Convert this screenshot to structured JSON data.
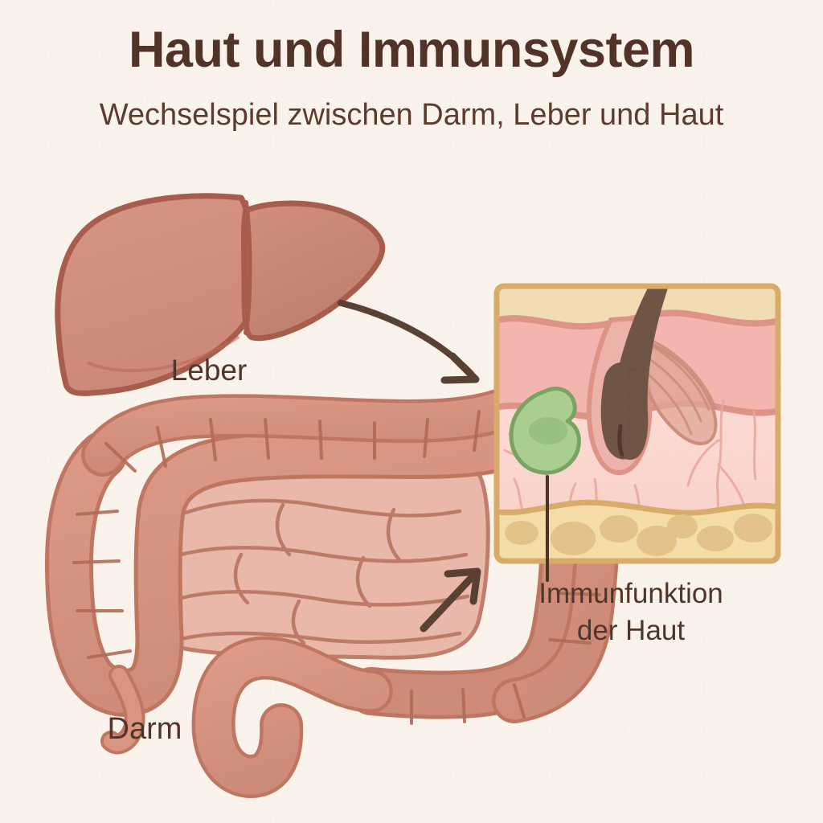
{
  "page": {
    "title": "Haut und Immunsystem",
    "subtitle": "Wechselspiel zwischen Darm, Leber und Haut",
    "background_color": "#faf3ec",
    "text_color": "#4f3527"
  },
  "labels": {
    "liver": "Leber",
    "intestine": "Darm",
    "skin_line1": "Immunfunktion",
    "skin_line2": "der Haut"
  },
  "organs": {
    "liver": {
      "name": "Leber",
      "fill": "#d28e7e",
      "fill_right_lobe": "#cb8878",
      "outline": "#a85c4b",
      "lobes": 2
    },
    "intestine": {
      "name": "Darm",
      "colon_fill": "#d6917f",
      "small_intestine_fill": "#e6b2a4",
      "outline": "#b26a56",
      "parts": [
        "Kolon",
        "Duenndarm",
        "Appendix",
        "Rektum"
      ]
    }
  },
  "skin_diagram": {
    "border_color": "#d8ab6a",
    "layers": [
      {
        "name": "Epidermis",
        "fill": "#f2ddb2"
      },
      {
        "name": "Stratum",
        "fill": "#f3b5b0",
        "border": "#dd9385"
      },
      {
        "name": "Dermis",
        "fill": "#fbd8d1",
        "border": "#dd9385"
      },
      {
        "name": "Subkutis",
        "fill": "#f4dda6",
        "lobule_fill": "#e3c389"
      }
    ],
    "structures": [
      {
        "name": "Haar",
        "color": "#6f5344"
      },
      {
        "name": "Haarfollikel",
        "color": "#edb3ab"
      },
      {
        "name": "Musculus arrector pili",
        "color": "#e0a596"
      },
      {
        "name": "Immunzelle",
        "fill": "#a9ce8f",
        "outline": "#78a360",
        "nucleus": "#95bd7c"
      }
    ],
    "fat_lobule_count": 7
  },
  "arrows": [
    {
      "name": "liver-to-skin",
      "from": "Leber",
      "to": "Haut",
      "style": "curved",
      "color": "#584032"
    },
    {
      "name": "intestine-to-skin",
      "from": "Darm",
      "to": "Haut",
      "style": "straight",
      "color": "#584032"
    }
  ],
  "leader_line": {
    "name": "immune-cell-leader",
    "color": "#4a3326"
  }
}
